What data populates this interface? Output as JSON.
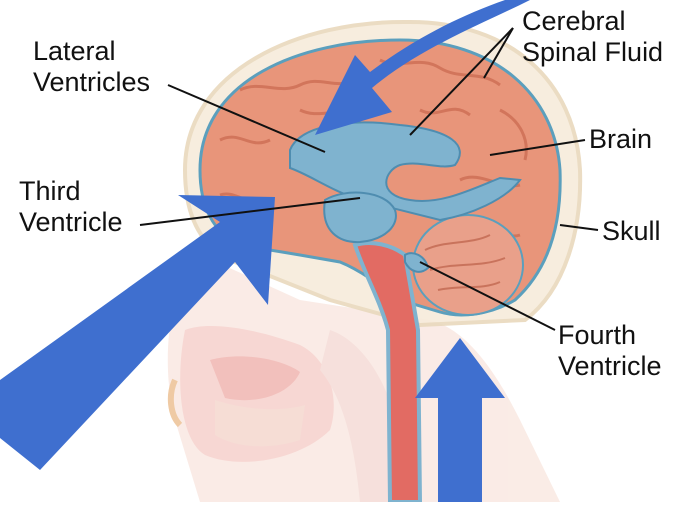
{
  "labels": {
    "lateral_ventricles": [
      "Lateral",
      "Ventricles"
    ],
    "cerebral_spinal_fluid": [
      "Cerebral",
      "Spinal Fluid"
    ],
    "brain": "Brain",
    "third_ventricle": [
      "Third",
      "Ventricle"
    ],
    "skull": "Skull",
    "fourth_ventricle": [
      "Fourth",
      "Ventricle"
    ]
  },
  "colors": {
    "brain_tissue": "#e8957a",
    "ventricles_csf": "#7fb3cf",
    "spinal_cord": "#e26b63",
    "skull": "#f5e9d4",
    "arrow": "#3f6fcf",
    "leader_line": "#111111"
  }
}
